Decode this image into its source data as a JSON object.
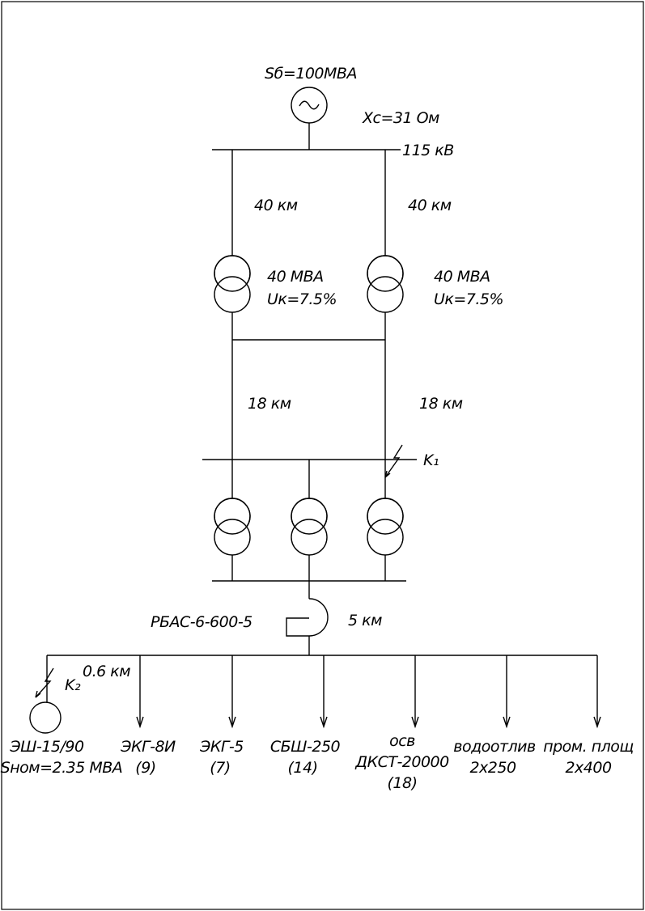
{
  "source": {
    "power_label": "Sб=100МВА",
    "reactance_label": "Xс=31 Ом",
    "bus_voltage_label": "115 кВ"
  },
  "lines_110kv": {
    "left_length": "40 км",
    "right_length": "40 км"
  },
  "main_transformers": {
    "left": {
      "rating": "40 МВА",
      "uk": "Uк=7.5%"
    },
    "right": {
      "rating": "40 МВА",
      "uk": "Uк=7.5%"
    }
  },
  "lines_35kv": {
    "left_length": "18 км",
    "right_length": "18 км"
  },
  "fault_points": {
    "k1": "K₁",
    "k2": "K₂"
  },
  "reactor": {
    "type_label": "РБАС-6-600-5",
    "cable_length": "5 км"
  },
  "distribution": {
    "motor_branch_length": "0.6 км"
  },
  "loads": [
    {
      "line1": "ЭШ-15/90",
      "line2": "Sном=2.35 МВА"
    },
    {
      "line1": "ЭКГ-8И",
      "line2": "(9)"
    },
    {
      "line1": "ЭКГ-5",
      "line2": "(7)"
    },
    {
      "line1": "СБШ-250",
      "line2": "(14)"
    },
    {
      "line1": "осв",
      "line2": "ДКСТ-20000",
      "line3": "(18)"
    },
    {
      "line1": "водоотлив",
      "line2": "2х250"
    },
    {
      "line1": "пром. площ",
      "line2": "2х400"
    }
  ]
}
